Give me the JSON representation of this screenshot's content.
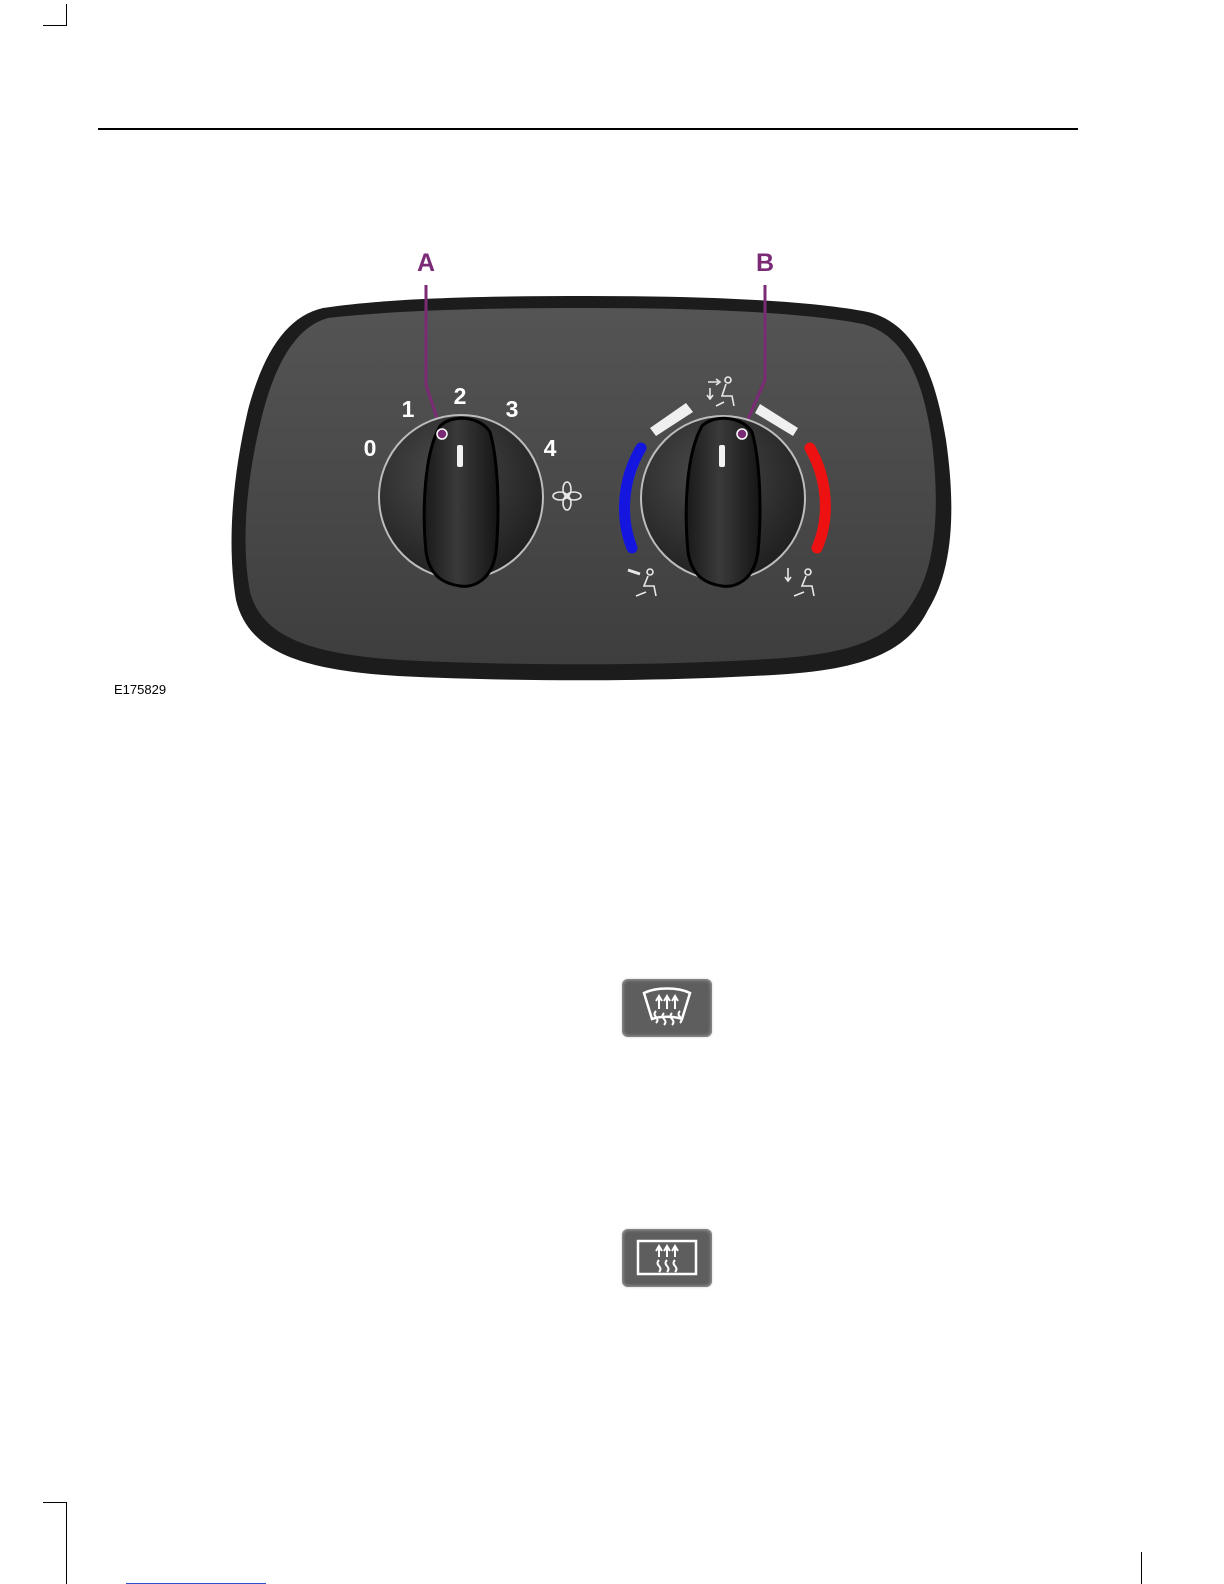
{
  "figure": {
    "callouts": [
      {
        "id": "A",
        "label": "A"
      },
      {
        "id": "B",
        "label": "B"
      }
    ],
    "fan_speed_scale": [
      "0",
      "1",
      "2",
      "3",
      "4"
    ],
    "figure_code": "E175829",
    "colors": {
      "callout": "#7b2a76",
      "panel": "#4a4a4a",
      "knob": "#262626",
      "cold": "#1515e0",
      "hot": "#ee1111"
    },
    "icons": [
      "fan-icon",
      "face-vent-icon",
      "face-floor-vent-icon",
      "floor-vent-icon",
      "defrost-vent-icon"
    ]
  },
  "buttons": [
    {
      "name": "windscreen-defrost-button",
      "icon": "windscreen-defrost-icon"
    },
    {
      "name": "rear-window-defrost-button",
      "icon": "rear-window-defrost-icon"
    }
  ]
}
